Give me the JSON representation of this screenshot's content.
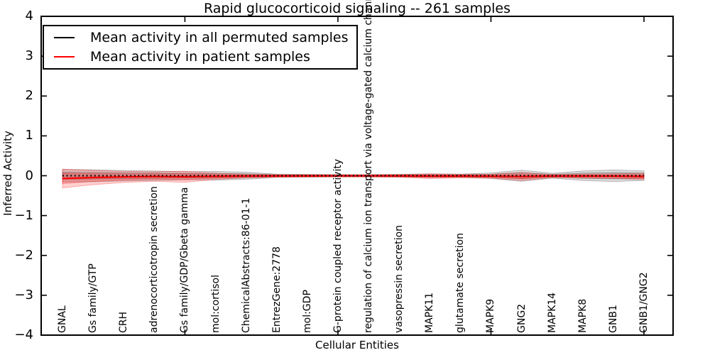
{
  "figure": {
    "title": "Rapid glucocorticoid signaling -- 261 samples",
    "xlabel": "Cellular Entities",
    "ylabel": "Inferred Activity"
  },
  "legend": {
    "position": "upper left",
    "items": [
      {
        "label": "Mean activity in all permuted samples",
        "color": "#000000"
      },
      {
        "label": "Mean activity in patient samples",
        "color": "#ff0000"
      }
    ]
  },
  "chart_data": {
    "type": "line",
    "title": "Rapid glucocorticoid signaling -- 261 samples",
    "xlabel": "Cellular Entities",
    "ylabel": "Inferred Activity",
    "ylim": [
      -4,
      4
    ],
    "yticks": [
      4,
      3,
      2,
      1,
      0,
      -1,
      -2,
      -3,
      -4
    ],
    "ytick_labels": [
      "4",
      "3",
      "2",
      "1",
      "0",
      "−1",
      "−2",
      "−3",
      "−4"
    ],
    "xtick_idx": [
      4,
      9,
      14,
      19
    ],
    "grid": false,
    "legend_position": "upper left",
    "categories": [
      "GNAL",
      "Gs family/GTP",
      "CRH",
      "adrenocorticotropin secretion",
      "Gs family/GDP/Gbeta gamma",
      "mol:cortisol",
      "ChemicalAbstracts:86-01-1",
      "EntrezGene:2778",
      "mol:GDP",
      "G-protein coupled receptor activity",
      "regulation of calcium ion transport via voltage-gated calcium channel",
      "vasopressin secretion",
      "MAPK11",
      "glutamate secretion",
      "MAPK9",
      "GNG2",
      "MAPK14",
      "MAPK8",
      "GNB1",
      "GNB1/GNG2"
    ],
    "series": [
      {
        "name": "Mean activity in all permuted samples",
        "color": "#000000",
        "style": "dotted",
        "band_alpha": 0.14,
        "values": [
          0,
          0,
          0,
          0,
          0,
          0,
          0,
          0,
          0,
          0,
          0,
          0,
          0,
          0,
          0,
          0,
          0,
          0,
          0,
          0
        ],
        "band": [
          0.16,
          0.15,
          0.13,
          0.12,
          0.1,
          0.11,
          0.09,
          0.04,
          0.035,
          0.03,
          0.03,
          0.035,
          0.045,
          0.04,
          0.07,
          0.14,
          0.06,
          0.12,
          0.145,
          0.12
        ]
      },
      {
        "name": "Mean activity in patient samples",
        "color": "#ff0000",
        "style": "solid",
        "band_alpha": 0.18,
        "values": [
          -0.07,
          -0.045,
          -0.03,
          -0.02,
          -0.025,
          -0.015,
          -0.008,
          -0.005,
          -0.004,
          -0.003,
          -0.003,
          -0.004,
          -0.01,
          -0.008,
          -0.012,
          -0.02,
          -0.008,
          -0.008,
          -0.01,
          -0.018
        ],
        "band": [
          0.235,
          0.18,
          0.14,
          0.12,
          0.14,
          0.08,
          0.045,
          0.035,
          0.03,
          0.028,
          0.028,
          0.035,
          0.06,
          0.045,
          0.05,
          0.1,
          0.04,
          0.05,
          0.06,
          0.08
        ]
      }
    ]
  }
}
